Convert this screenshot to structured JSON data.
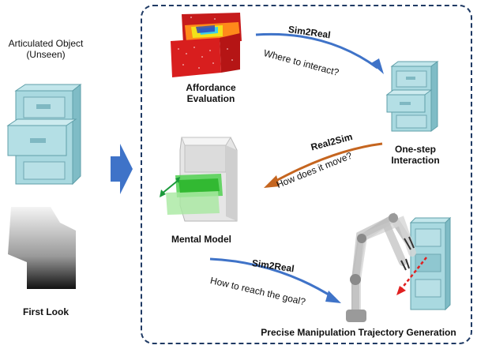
{
  "left": {
    "title_line1": "Articulated Object",
    "title_line2": "(Unseen)",
    "first_look": "First Look"
  },
  "stages": {
    "affordance_line1": "Affordance",
    "affordance_line2": "Evaluation",
    "one_step_line1": "One-step",
    "one_step_line2": "Interaction",
    "mental_model": "Mental Model",
    "trajectory": "Precise Manipulation Trajectory Generation"
  },
  "arrows": {
    "sim2real_top": {
      "name": "Sim2Real",
      "question": "Where to interact?",
      "color": "#3f73c8"
    },
    "real2sim": {
      "name": "Real2Sim",
      "question": "How does it move?",
      "color": "#c5651f"
    },
    "sim2real_bottom": {
      "name": "Sim2Real",
      "question": "How to reach the goal?",
      "color": "#3f73c8"
    }
  },
  "colors": {
    "main_arrow": "#3f73c8",
    "panel_border": "#1f3a64",
    "cabinet": "#9fd2da",
    "cabinet_dark": "#6fb3bf"
  }
}
